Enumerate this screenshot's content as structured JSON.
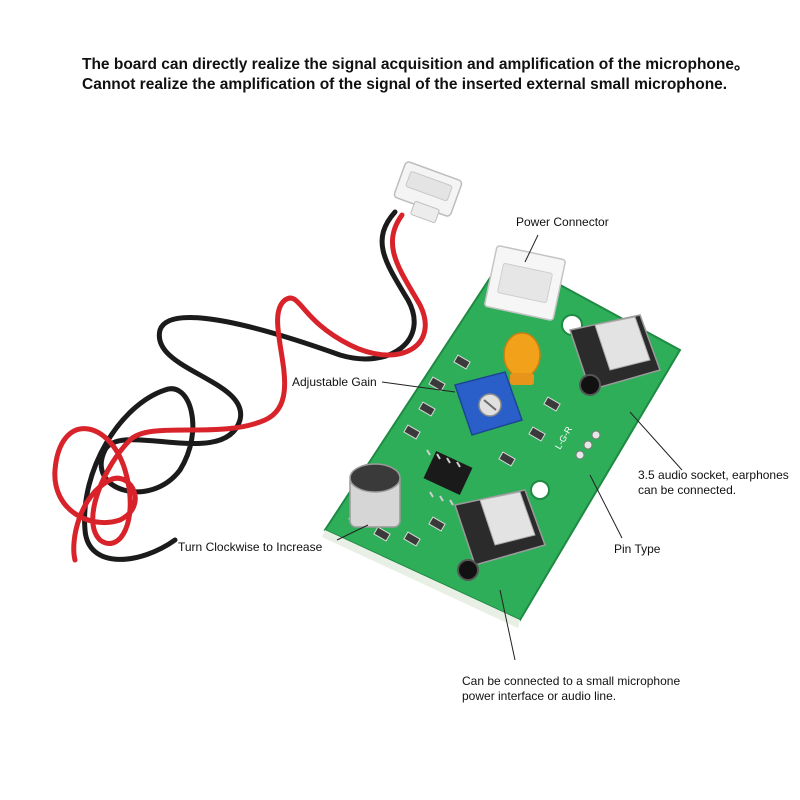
{
  "header": {
    "line1": "The board can directly realize the signal acquisition and amplification of the microphone。",
    "line2": "Cannot realize the amplification of the signal of the inserted external small microphone."
  },
  "callouts": {
    "power_connector": "Power Connector",
    "adjustable_gain": "Adjustable Gain",
    "clockwise": "Turn Clockwise to Increase",
    "audio_socket_line1": "3.5 audio socket, earphones",
    "audio_socket_line2": "can be connected.",
    "pin_type": "Pin Type",
    "mic_line1": "Can be connected to a small microphone",
    "mic_line2": "power interface or audio line."
  },
  "silkscreen": {
    "pins": "L-G-R"
  },
  "colors": {
    "pcb_green": "#2fae5a",
    "wire_red": "#d8232a",
    "wire_black": "#1b1b1b",
    "potentiometer_blue": "#2a5fc9",
    "capacitor_orange": "#f2a21a"
  }
}
